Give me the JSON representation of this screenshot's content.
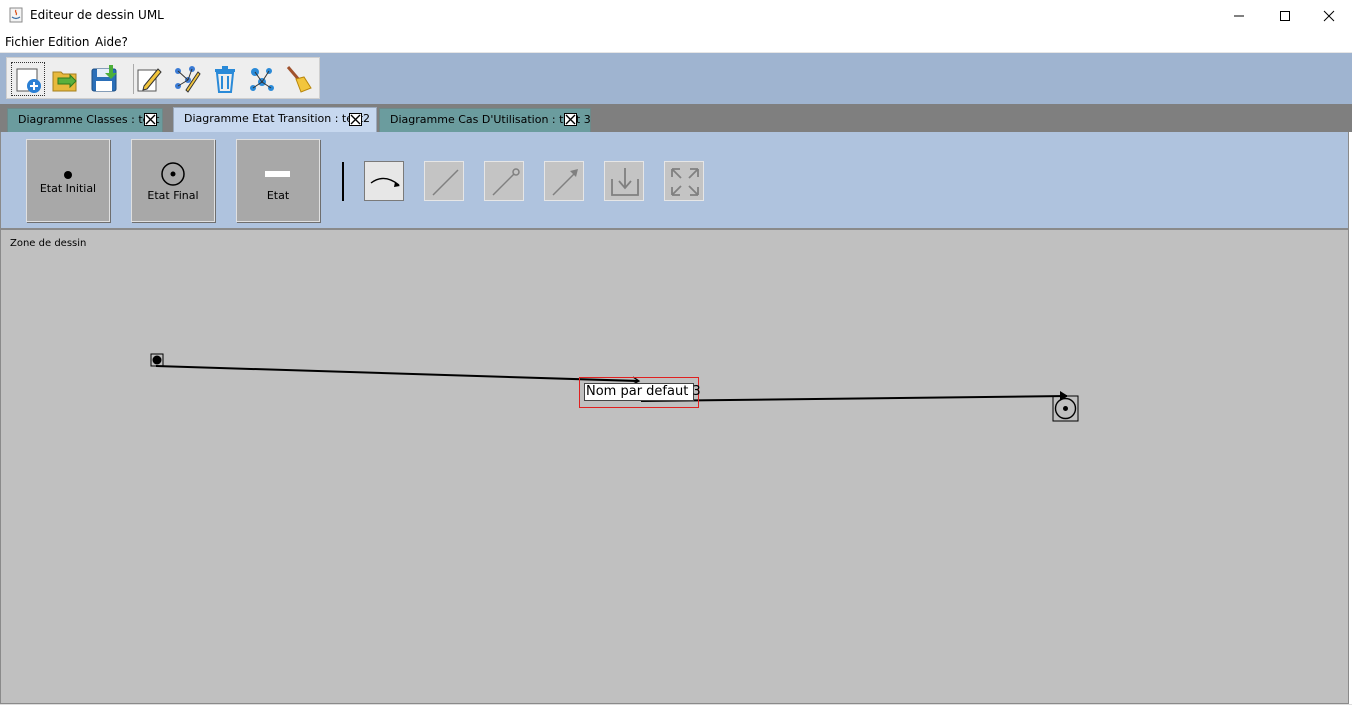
{
  "window": {
    "title": "Editeur de dessin UML",
    "controls": [
      "minimize-icon",
      "maximize-icon",
      "close-icon"
    ]
  },
  "menu": {
    "items": [
      "Fichier",
      "Edition",
      "Aide?"
    ]
  },
  "toolbar": {
    "icons": [
      "new-diagram-icon",
      "open-folder-icon",
      "save-icon",
      "edit-pencil-icon",
      "edit-relations-icon",
      "trash-icon",
      "network-icon",
      "broom-icon"
    ]
  },
  "tabs": [
    {
      "label": "Diagramme Classes : test",
      "active": false
    },
    {
      "label": "Diagramme Etat Transition : test2",
      "active": true
    },
    {
      "label": "Diagramme Cas D'Utilisation : test 3",
      "active": false
    }
  ],
  "palette": {
    "initial_state": "Etat Initial",
    "final_state": "Etat Final",
    "state": "Etat",
    "tools": [
      "curved-transition-icon",
      "line-icon",
      "line-endpoint-icon",
      "arrow-line-icon",
      "import-icon",
      "fullscreen-icon"
    ]
  },
  "canvas": {
    "label": "Zone de dessin",
    "state_name": "Nom par defaut 3"
  },
  "colors": {
    "toolbar_band": "#9fb4d0",
    "tab_inactive": "#6b9c9e",
    "tab_active": "#c7d8ef",
    "palette_bg": "#afc3de",
    "canvas_bg": "#c0c0c0",
    "selection": "#e02020"
  }
}
